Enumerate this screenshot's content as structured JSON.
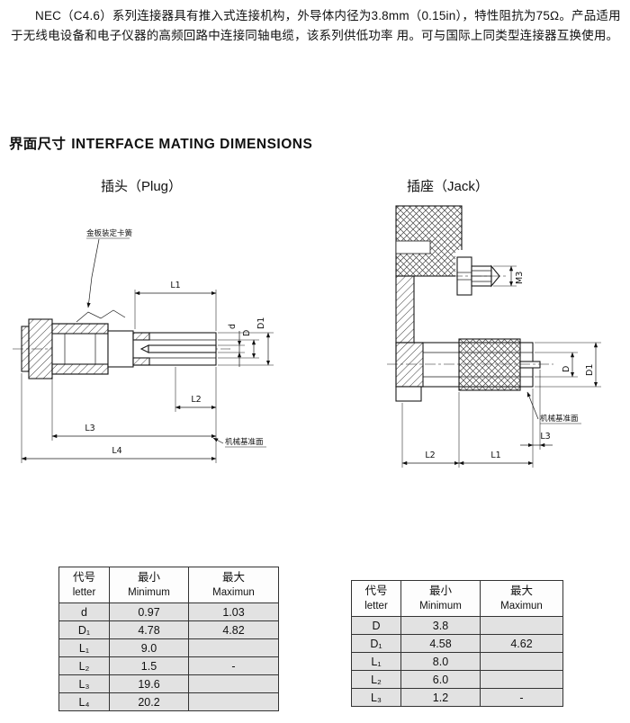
{
  "intro_text": "NEC（C4.6）系列连接器具有推入式连接机构，外导体内径为3.8mm（0.15in），特性阻抗为75Ω。产品适用于无线电设备和电子仪器的高频回路中连接同轴电缆，该系列供低功率 用。可与国际上同类型连接器互换使用。",
  "section_title": {
    "zh": "界面尺寸",
    "en": "INTERFACE MATING DIMENSIONS"
  },
  "figures": {
    "plug": {
      "caption": "插头（Plug）",
      "annotations": {
        "spring": "金板装定卡簧",
        "datum": "机械基准面"
      },
      "dims": {
        "L1": "L1",
        "L2": "L2",
        "L3": "L3",
        "L4": "L4",
        "d": "d",
        "D": "D",
        "D1": "D1"
      }
    },
    "jack": {
      "caption": "插座（Jack）",
      "annotations": {
        "datum": "机械基准面"
      },
      "dims": {
        "M3": "M3",
        "D": "D",
        "D1": "D1",
        "L1": "L1",
        "L2": "L2",
        "L3": "L3"
      }
    }
  },
  "tables": {
    "header": {
      "c1_zh": "代号",
      "c1_en": "letter",
      "c2_zh": "最小",
      "c2_en": "Minimum",
      "c3_zh": "最大",
      "c3_en": "Maximun"
    },
    "plug_rows": [
      {
        "letter": "d",
        "min": "0.97",
        "max": "1.03"
      },
      {
        "letter": "D₁",
        "min": "4.78",
        "max": "4.82"
      },
      {
        "letter": "L₁",
        "min": "9.0",
        "max": ""
      },
      {
        "letter": "L₂",
        "min": "1.5",
        "max": "-"
      },
      {
        "letter": "L₃",
        "min": "19.6",
        "max": ""
      },
      {
        "letter": "L₄",
        "min": "20.2",
        "max": ""
      }
    ],
    "jack_rows": [
      {
        "letter": "D",
        "min": "3.8",
        "max": ""
      },
      {
        "letter": "D₁",
        "min": "4.58",
        "max": "4.62"
      },
      {
        "letter": "L₁",
        "min": "8.0",
        "max": ""
      },
      {
        "letter": "L₂",
        "min": "6.0",
        "max": ""
      },
      {
        "letter": "L₃",
        "min": "1.2",
        "max": "-"
      }
    ]
  }
}
